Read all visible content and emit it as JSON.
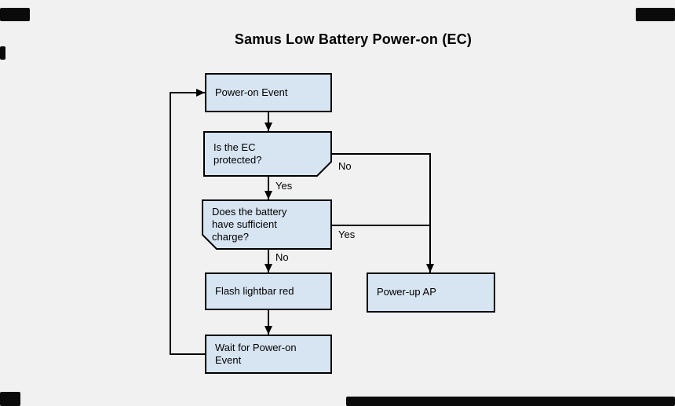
{
  "title": "Samus Low Battery Power-on (EC)",
  "diagram": {
    "type": "flowchart",
    "nodes": [
      {
        "id": "power_on_event",
        "label": "Power-on Event",
        "shape": "rectangle"
      },
      {
        "id": "ec_protected",
        "label": "Is the EC\nprotected?",
        "shape": "card-cut-bottom-right"
      },
      {
        "id": "battery_sufficient",
        "label": "Does the battery\nhave sufficient\ncharge?",
        "shape": "card-cut-bottom-left"
      },
      {
        "id": "flash_lightbar",
        "label": "Flash lightbar red",
        "shape": "rectangle"
      },
      {
        "id": "wait_power_on",
        "label": "Wait for Power-on\nEvent",
        "shape": "rectangle"
      },
      {
        "id": "power_up_ap",
        "label": "Power-up AP",
        "shape": "rectangle"
      }
    ],
    "edges": [
      {
        "from": "power_on_event",
        "to": "ec_protected",
        "label": ""
      },
      {
        "from": "ec_protected",
        "to": "battery_sufficient",
        "label": "Yes"
      },
      {
        "from": "ec_protected",
        "to": "power_up_ap",
        "label": "No"
      },
      {
        "from": "battery_sufficient",
        "to": "power_up_ap",
        "label": "Yes"
      },
      {
        "from": "battery_sufficient",
        "to": "flash_lightbar",
        "label": "No"
      },
      {
        "from": "flash_lightbar",
        "to": "wait_power_on",
        "label": ""
      },
      {
        "from": "wait_power_on",
        "to": "power_on_event",
        "label": ""
      }
    ]
  },
  "colors": {
    "background": "#f1f1f1",
    "node_fill": "#d7e4f2",
    "node_border": "#000000",
    "edge_stroke": "#000000",
    "text": "#000000",
    "watermark_fragment": "#0a0a0a"
  }
}
